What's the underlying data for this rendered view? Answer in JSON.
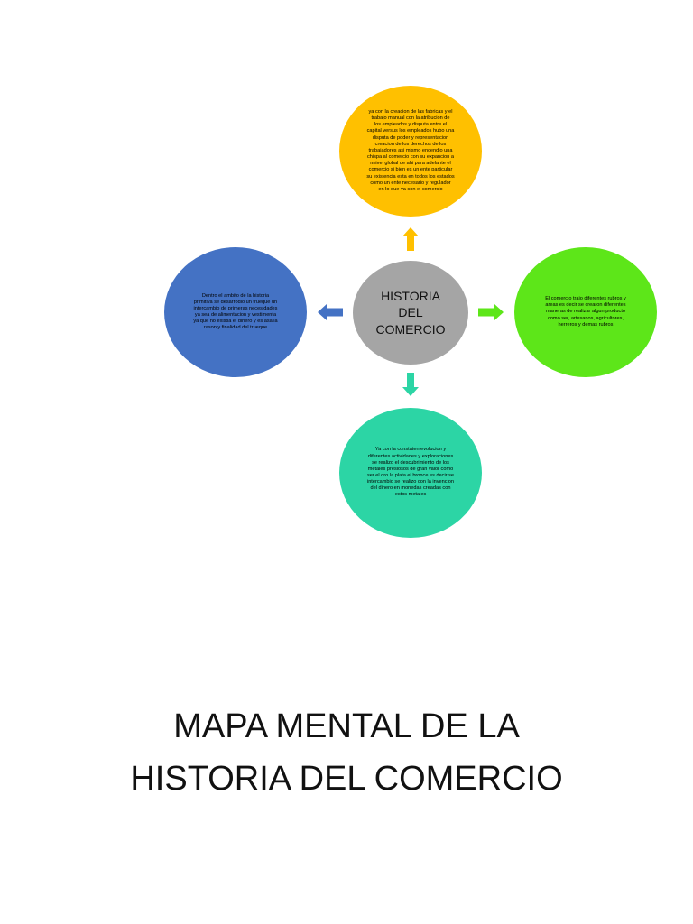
{
  "center": {
    "label": "HISTORIA\nDEL\nCOMERCIO",
    "color": "#a5a5a5"
  },
  "nodes": {
    "top": {
      "color": "#ffc000",
      "text": "ya con  la creacion de las fabricas y el\ntrabajo manual con la atribucion de\nlos empleados y disputa entre el\ncapital versus los empleados hubo una\ndisputa de poder y representacion\ncreacion de los derechos de los\ntrabajadores asi mismo encendio una\nchispa al comercio con su expancion a\nnnivel global  de ahi para adelante el\ncomercio si bien es un ente particular\nsu existencia esta en todos los estados\ncomo un ente necesario y regulador\nen lo que va con el comercio"
    },
    "left": {
      "color": "#4472c4",
      "text": "Dentro el ambito de la historia\nprimitiva se desarrodlo un trueque un\nintercambio de primeras necesidades\nya sea de alimentacion y vestimenta\nya que no existia el dinero y es asa la\nrason y finalidad del trueque"
    },
    "right": {
      "color": "#5de619",
      "text": "El comercio trajo diferentes rubros y\nareas es decir se crearon diferentes\nmaneras de realizar algun producto\ncomo ser,  artesanos, agricultores,\nherreros y demas rubros"
    },
    "bottom": {
      "color": "#2cd5a5",
      "text": "Ya con la constaten evolucion y\ndiferentes actividades y exploraciones\nse realizo el descubrimiento de los\nmetales presiosos de gran valor como\nser el oro la plata el bronce  es decir se\nintercambio se realizo con la invencion\ndel dinero en monedas creadas con\nestos metales"
    }
  },
  "arrows": {
    "up": "#ffc000",
    "left": "#4472c4",
    "right": "#5de619",
    "down": "#2cd5a5"
  },
  "title": "MAPA MENTAL DE LA\nHISTORIA DEL COMERCIO"
}
